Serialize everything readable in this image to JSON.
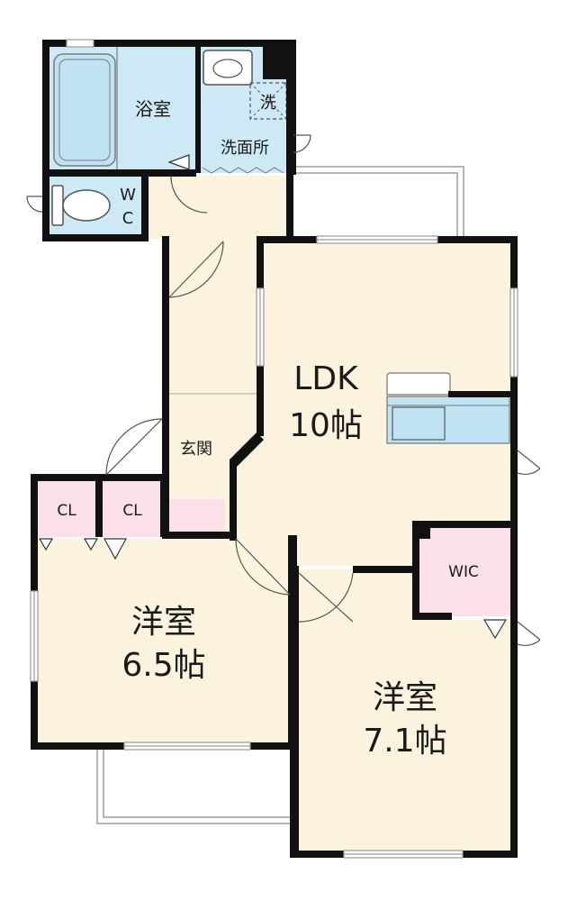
{
  "colors": {
    "wall": "#111111",
    "room_cream": "#fbf3dd",
    "wet_blue": "#cde9f5",
    "storage_pink": "#fbe0e8",
    "window_frame": "#999999",
    "balcony_line": "#b5b5b5",
    "fixture_blue": "#bfe3f2"
  },
  "rooms": {
    "bath": "浴室",
    "washroom": "洗面所",
    "washer": "洗",
    "wc_line1": "W",
    "wc_line2": "C",
    "ldk_line1": "LDK",
    "ldk_line2": "10帖",
    "entrance": "玄関",
    "cl_left": "CL",
    "cl_right": "CL",
    "wic": "WIC",
    "western_a_line1": "洋室",
    "western_a_line2": "6.5帖",
    "western_b_line1": "洋室",
    "western_b_line2": "7.1帖"
  }
}
